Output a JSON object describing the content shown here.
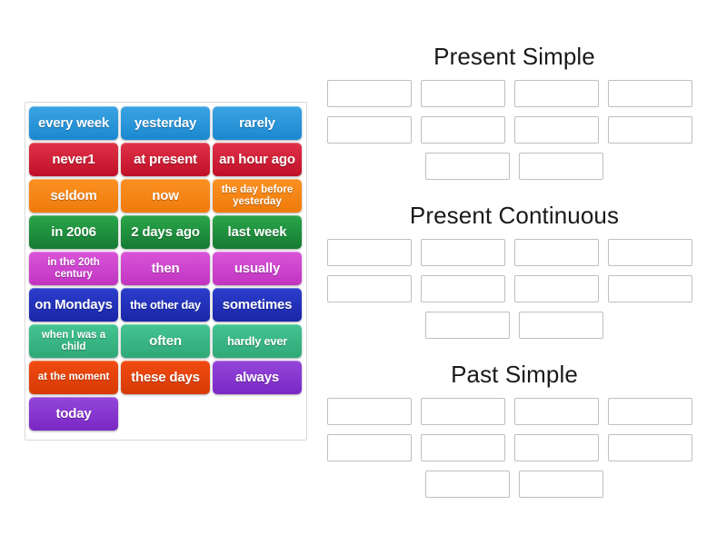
{
  "activity": {
    "type": "group-sort",
    "background_color": "#ffffff"
  },
  "tile_panel": {
    "name": "draggable-tiles",
    "border_color": "#d8d8d8",
    "tiles": [
      {
        "label": "every week",
        "color": "#1b88cf",
        "theme": "blue",
        "lines": 1
      },
      {
        "label": "yesterday",
        "color": "#1b88cf",
        "theme": "blue",
        "lines": 1
      },
      {
        "label": "rarely",
        "color": "#1b88cf",
        "theme": "blue",
        "lines": 1
      },
      {
        "label": "never1",
        "color": "#bf1028",
        "theme": "red",
        "lines": 1
      },
      {
        "label": "at present",
        "color": "#bf1028",
        "theme": "red",
        "lines": 1
      },
      {
        "label": "an hour ago",
        "color": "#bf1028",
        "theme": "red",
        "lines": 1
      },
      {
        "label": "seldom",
        "color": "#ef7b0b",
        "theme": "orange",
        "lines": 1
      },
      {
        "label": "now",
        "color": "#ef7b0b",
        "theme": "orange",
        "lines": 1
      },
      {
        "label": "the day before yesterday",
        "color": "#ef7b0b",
        "theme": "orange",
        "lines": 2
      },
      {
        "label": "in 2006",
        "color": "#167a33",
        "theme": "green",
        "lines": 1
      },
      {
        "label": "2 days ago",
        "color": "#167a33",
        "theme": "green",
        "lines": 1
      },
      {
        "label": "last week",
        "color": "#167a33",
        "theme": "green",
        "lines": 1
      },
      {
        "label": "in the 20th century",
        "color": "#c134c1",
        "theme": "magenta",
        "lines": 2
      },
      {
        "label": "then",
        "color": "#c134c1",
        "theme": "magenta",
        "lines": 1
      },
      {
        "label": "usually",
        "color": "#c134c1",
        "theme": "magenta",
        "lines": 1
      },
      {
        "label": "on Mondays",
        "color": "#1a26a8",
        "theme": "indigo",
        "lines": 1
      },
      {
        "label": "the other day",
        "color": "#1a26a8",
        "theme": "indigo",
        "lines": 1,
        "small": true
      },
      {
        "label": "sometimes",
        "color": "#1a26a8",
        "theme": "indigo",
        "lines": 1
      },
      {
        "label": "when I was a child",
        "color": "#2fa877",
        "theme": "teal",
        "lines": 2
      },
      {
        "label": "often",
        "color": "#2fa877",
        "theme": "teal",
        "lines": 1
      },
      {
        "label": "hardly ever",
        "color": "#2fa877",
        "theme": "teal",
        "lines": 1,
        "small": true
      },
      {
        "label": "at the moment",
        "color": "#d83a05",
        "theme": "orangered",
        "lines": 2
      },
      {
        "label": "these days",
        "color": "#d83a05",
        "theme": "orangered",
        "lines": 1
      },
      {
        "label": "always",
        "color": "#7a27c4",
        "theme": "purple",
        "lines": 1
      },
      {
        "label": "today",
        "color": "#7a27c4",
        "theme": "purple",
        "lines": 1
      }
    ]
  },
  "categories": [
    {
      "title": "Present Simple",
      "slot_rows": [
        4,
        4,
        2
      ],
      "slot_values": [
        "",
        "",
        "",
        "",
        "",
        "",
        "",
        "",
        "",
        ""
      ]
    },
    {
      "title": "Present Continuous",
      "slot_rows": [
        4,
        4,
        2
      ],
      "slot_values": [
        "",
        "",
        "",
        "",
        "",
        "",
        "",
        "",
        "",
        ""
      ]
    },
    {
      "title": "Past Simple",
      "slot_rows": [
        4,
        4,
        2
      ],
      "slot_values": [
        "",
        "",
        "",
        "",
        "",
        "",
        "",
        "",
        "",
        ""
      ]
    }
  ]
}
